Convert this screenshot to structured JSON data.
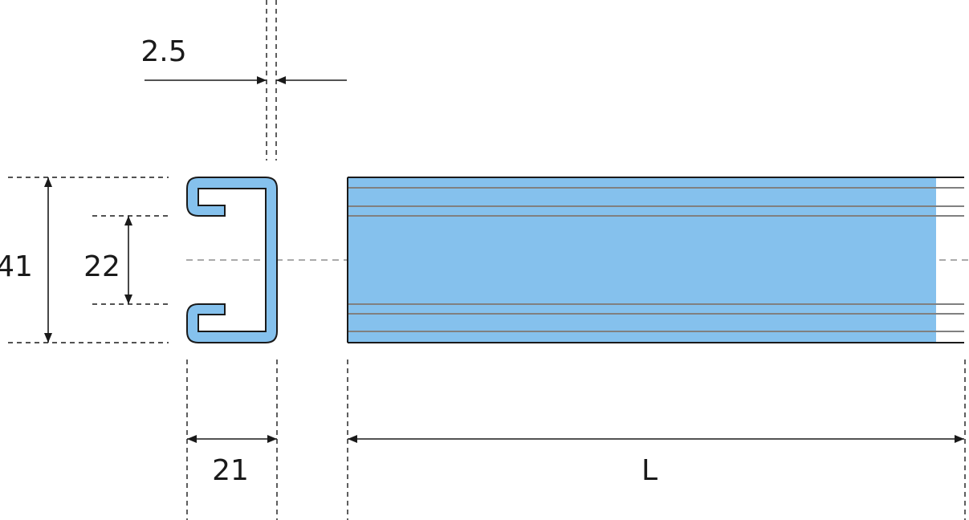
{
  "colors": {
    "profile_fill": "#85c1ed",
    "outline": "#1a1a1a",
    "groove_lines": "#808080"
  },
  "dimensions": {
    "thickness": "2.5",
    "height": "41",
    "slot_opening": "22",
    "width": "21",
    "length": "L"
  }
}
